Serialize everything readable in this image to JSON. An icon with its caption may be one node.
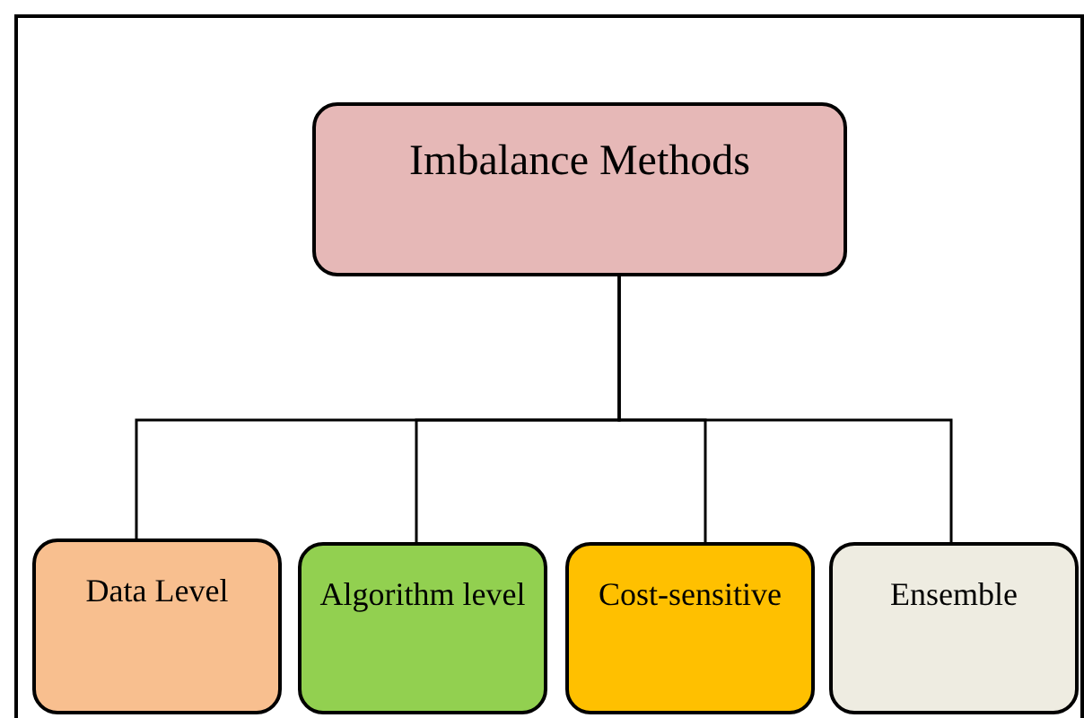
{
  "diagram": {
    "nodes": [
      {
        "text": [
          "Imbalance Methods"
        ]
      },
      {
        "text": [
          "Data Level"
        ]
      },
      {
        "text": [
          "Algorithm level"
        ]
      },
      {
        "text": [
          "Cost-sensitive"
        ]
      },
      {
        "text": [
          "Ensemble"
        ]
      }
    ],
    "edges": [
      {
        "from": 0,
        "to": 1,
        "arrow": "none"
      },
      {
        "from": 0,
        "to": 2,
        "arrow": "none"
      },
      {
        "from": 0,
        "to": 3,
        "arrow": "none"
      },
      {
        "from": 0,
        "to": 4,
        "arrow": "none"
      }
    ]
  }
}
